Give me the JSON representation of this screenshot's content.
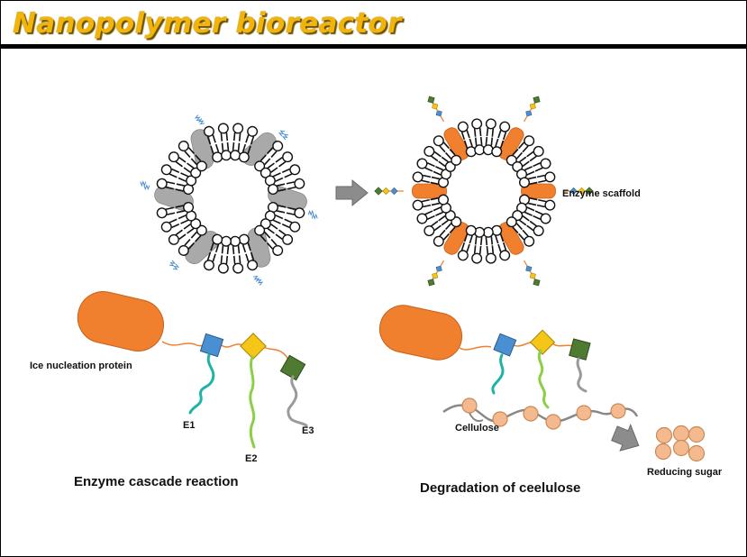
{
  "title": "Nanopolymer bioreactor",
  "labels": {
    "enzyme_scaffold": "Enzyme scaffold",
    "ice_nucleation": "Ice nucleation protein",
    "e1": "E1",
    "e2": "E2",
    "e3": "E3",
    "cellulose": "Cellulose",
    "reducing_sugar": "Reducing sugar",
    "cascade_caption": "Enzyme cascade reaction",
    "degradation_caption": "Degradation of ceelulose"
  },
  "colors": {
    "title": "#f2b409",
    "protein": "#f07f2e",
    "gray_protein": "#a9a9a9",
    "enzyme_blue": "#4a8fd1",
    "enzyme_yellow": "#f5c518",
    "enzyme_green": "#4f7a32",
    "chain_teal": "#1fb3a6",
    "chain_lime": "#8ccf46",
    "chain_gray": "#9a9a9a",
    "glucose": "#f4b98e"
  }
}
